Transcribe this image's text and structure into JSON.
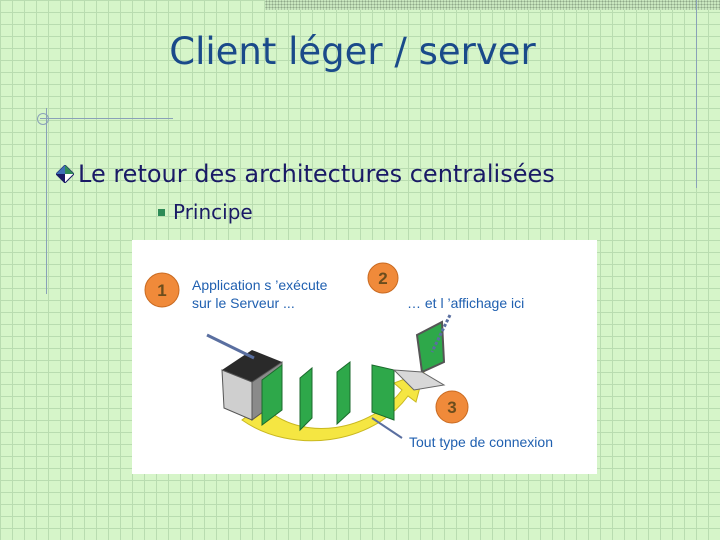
{
  "title": "Client léger / server",
  "bullet_level1": "Le retour des architectures centralisées",
  "bullet_level2": "Principe",
  "diagram": {
    "step1_number": "1",
    "step1_line1": "Application s ’exécute",
    "step1_line2": "sur le Serveur ...",
    "step2_number": "2",
    "step2_text": "… et l ’affichage ici",
    "step3_number": "3",
    "step3_text": "Tout type de connexion"
  },
  "colors": {
    "title": "#1a4a8a",
    "bullet_text": "#1a1a66",
    "badge": "#f08a3a",
    "diagram_text": "#2060b0",
    "arrow": "#f5e642",
    "screen": "#2ea84a"
  }
}
